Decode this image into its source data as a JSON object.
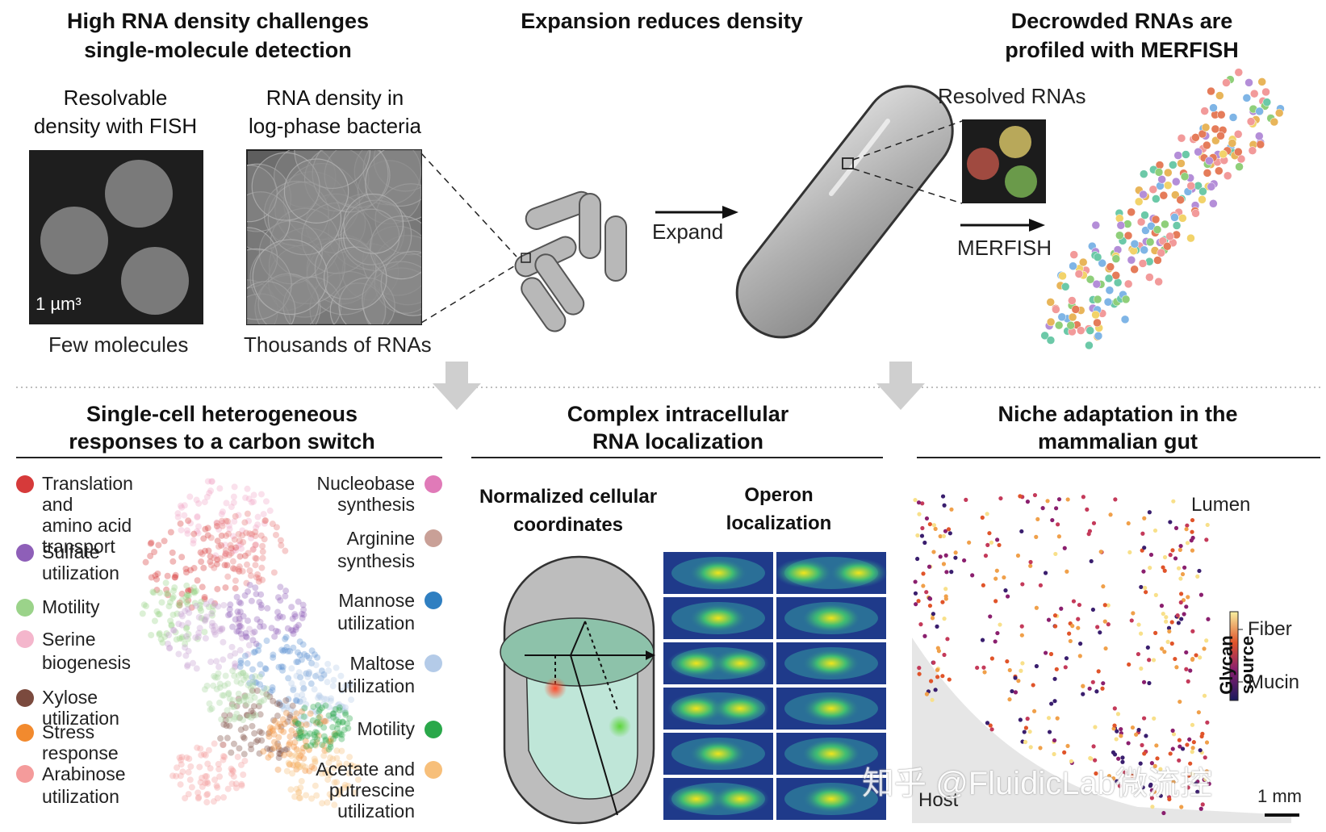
{
  "top": {
    "panel1_title": [
      "High RNA density challenges",
      "single-molecule detection"
    ],
    "panel2_title": "Expansion reduces density",
    "panel3_title": [
      "Decrowded RNAs are",
      "profiled with MERFISH"
    ],
    "fish_label": [
      "Resolvable",
      "density with FISH"
    ],
    "bacteria_label": [
      "RNA density in",
      "log-phase bacteria"
    ],
    "scale_text": "1 µm³",
    "few_caption": "Few molecules",
    "thousands_caption": "Thousands of RNAs",
    "expand_label": "Expand",
    "resolved_label": "Resolved RNAs",
    "merfish_label": "MERFISH"
  },
  "bottom": {
    "left_title": [
      "Single-cell heterogeneous",
      "responses to a carbon switch"
    ],
    "mid_title": [
      "Complex intracellular",
      "RNA localization"
    ],
    "right_title": [
      "Niche adaptation in the",
      "mammalian gut"
    ],
    "legend_left": [
      {
        "lines": [
          "Translation and",
          "amino acid",
          "transport"
        ],
        "color": "#d63a3a"
      },
      {
        "lines": [
          "Sulfate",
          "utilization"
        ],
        "color": "#8e5fb8"
      },
      {
        "lines": [
          "Motility"
        ],
        "color": "#9bd38a"
      },
      {
        "lines": [
          "Serine",
          "biogenesis"
        ],
        "color": "#f4b6cc"
      },
      {
        "lines": [
          "Xylose utilization"
        ],
        "color": "#7b4a3e"
      },
      {
        "lines": [
          "Stress response"
        ],
        "color": "#f28a2e"
      },
      {
        "lines": [
          "Arabinose",
          "utilization"
        ],
        "color": "#f49b9b"
      }
    ],
    "legend_right": [
      {
        "lines": [
          "Nucleobase",
          "synthesis"
        ],
        "color": "#e07ab8"
      },
      {
        "lines": [
          "Arginine",
          "synthesis"
        ],
        "color": "#c9a097"
      },
      {
        "lines": [
          "Mannose",
          "utilization"
        ],
        "color": "#2f7fc1"
      },
      {
        "lines": [
          "Maltose",
          "utilization"
        ],
        "color": "#b4cbe8"
      },
      {
        "lines": [
          "Motility"
        ],
        "color": "#2aa84a"
      },
      {
        "lines": [
          "Acetate and",
          "putrescine",
          "utilization"
        ],
        "color": "#f7bf7a"
      }
    ],
    "norm_label": [
      "Normalized cellular",
      "coordinates"
    ],
    "operon_label": [
      "Operon",
      "localization"
    ],
    "lumen": "Lumen",
    "host": "Host",
    "scalebar": "1 mm",
    "colorbar_title": "Glycan source",
    "fiber": "Fiber",
    "mucin": "Mucin",
    "watermark": "知乎 @FluidicLab微流控"
  },
  "colors": {
    "dark_square": "#1e1e1e",
    "bacterium": "#b5b5b5",
    "arrow_gray": "#cfcfcf"
  }
}
